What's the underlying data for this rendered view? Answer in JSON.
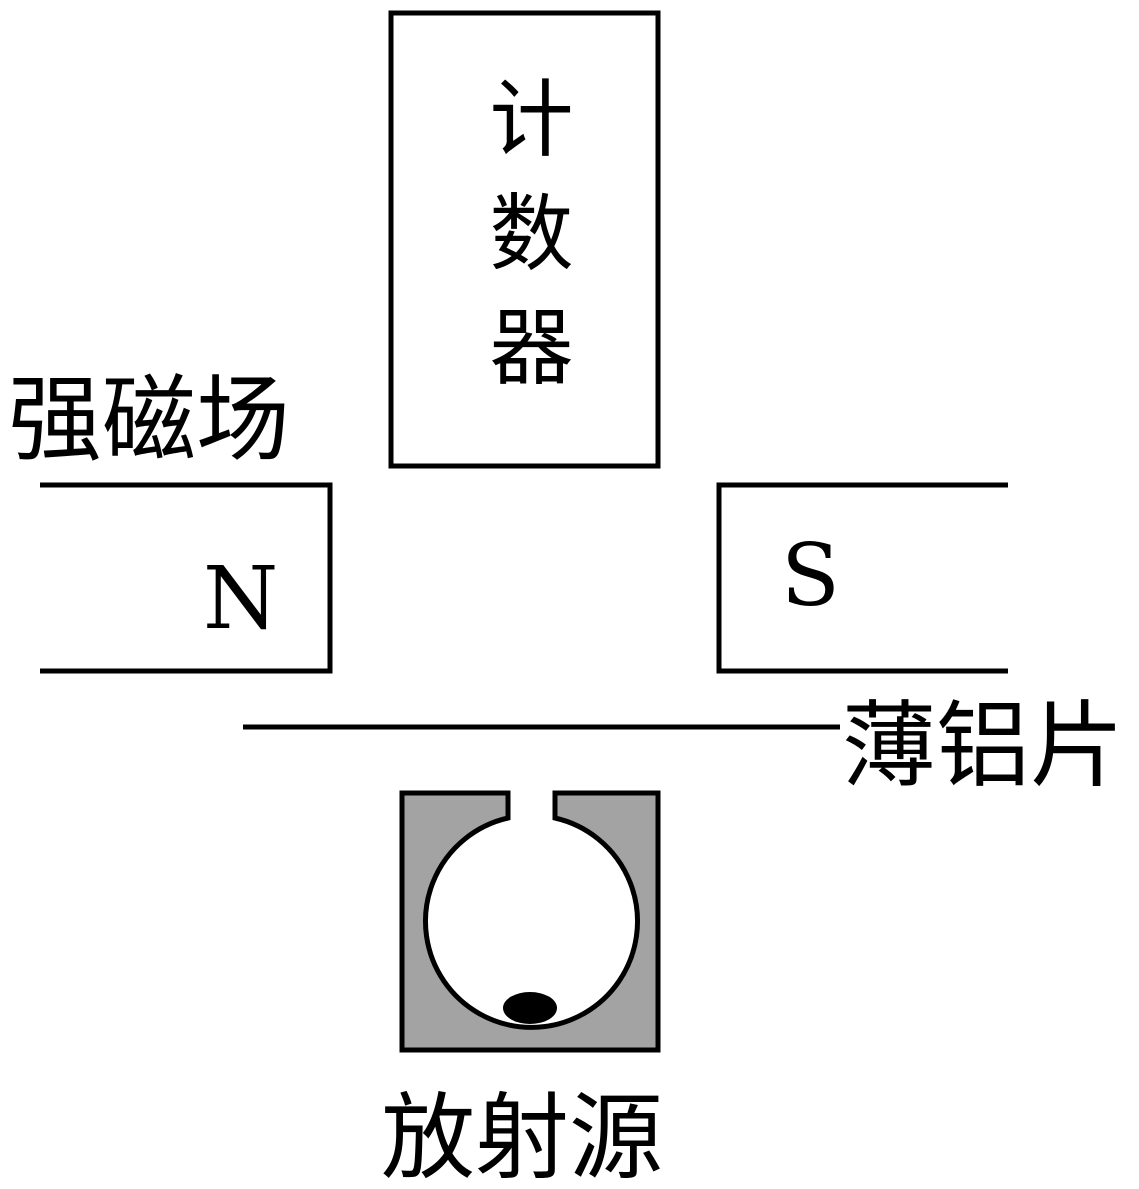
{
  "diagram": {
    "counter_label": "计数器",
    "magnetic_field_label": "强磁场",
    "north_pole_label": "N",
    "south_pole_label": "S",
    "aluminum_foil_label": "薄铝片",
    "source_label": "放射源"
  },
  "colors": {
    "stroke": "#000000",
    "source_housing": "#a3a3a3",
    "background": "#ffffff"
  }
}
